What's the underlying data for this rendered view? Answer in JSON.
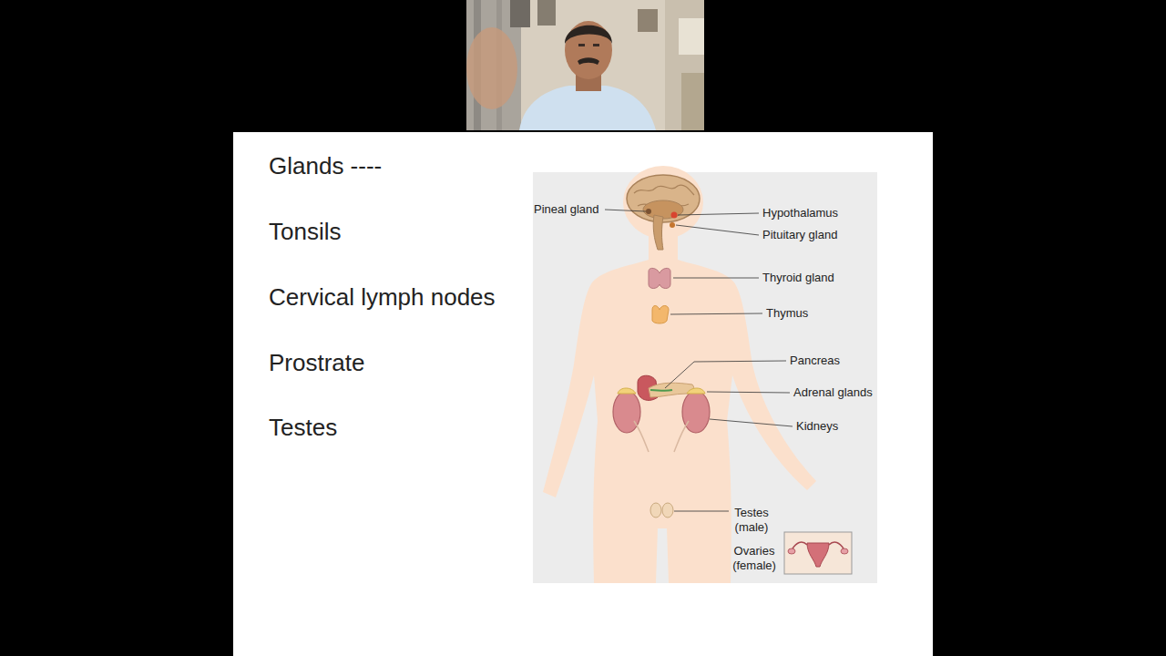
{
  "diagram": {
    "title": "Glands ----",
    "labels": [
      "Tonsils",
      "Cervical lymph nodes",
      "Prostrate",
      "Testes",
      "Pineal gland",
      "Hypothalamus",
      "Pituitary gland",
      "Thyroid gland",
      "Thymus",
      "Pancreas",
      "Adrenal glands",
      "Kidneys",
      "Testes (male)",
      "Ovaries (female)"
    ]
  }
}
